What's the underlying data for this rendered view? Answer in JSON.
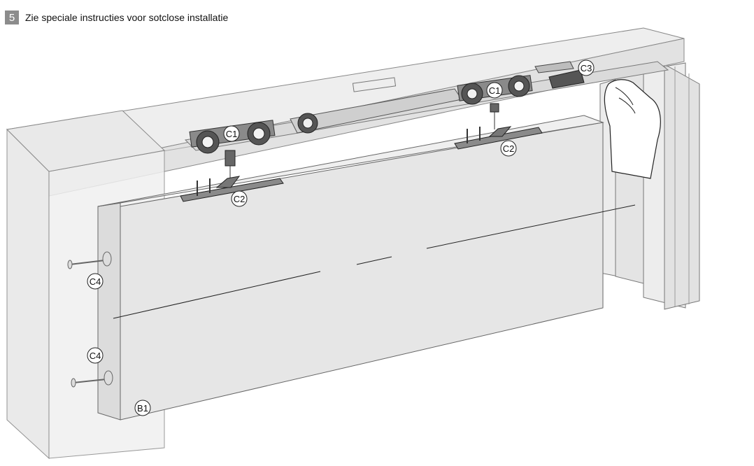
{
  "header": {
    "step_number": "5",
    "instruction": "Zie speciale instructies voor sotclose installatie"
  },
  "labels": {
    "c1_left": "C1",
    "c1_right": "C1",
    "c2_left": "C2",
    "c2_right": "C2",
    "c3": "C3",
    "c4_top": "C4",
    "c4_bottom": "C4",
    "b1": "B1"
  },
  "colors": {
    "step_badge": "#8c8c8c",
    "panel_fill": "#e6e6e6",
    "rail_fill": "#d9d9d9",
    "hardware_dark": "#4a4a4a"
  }
}
